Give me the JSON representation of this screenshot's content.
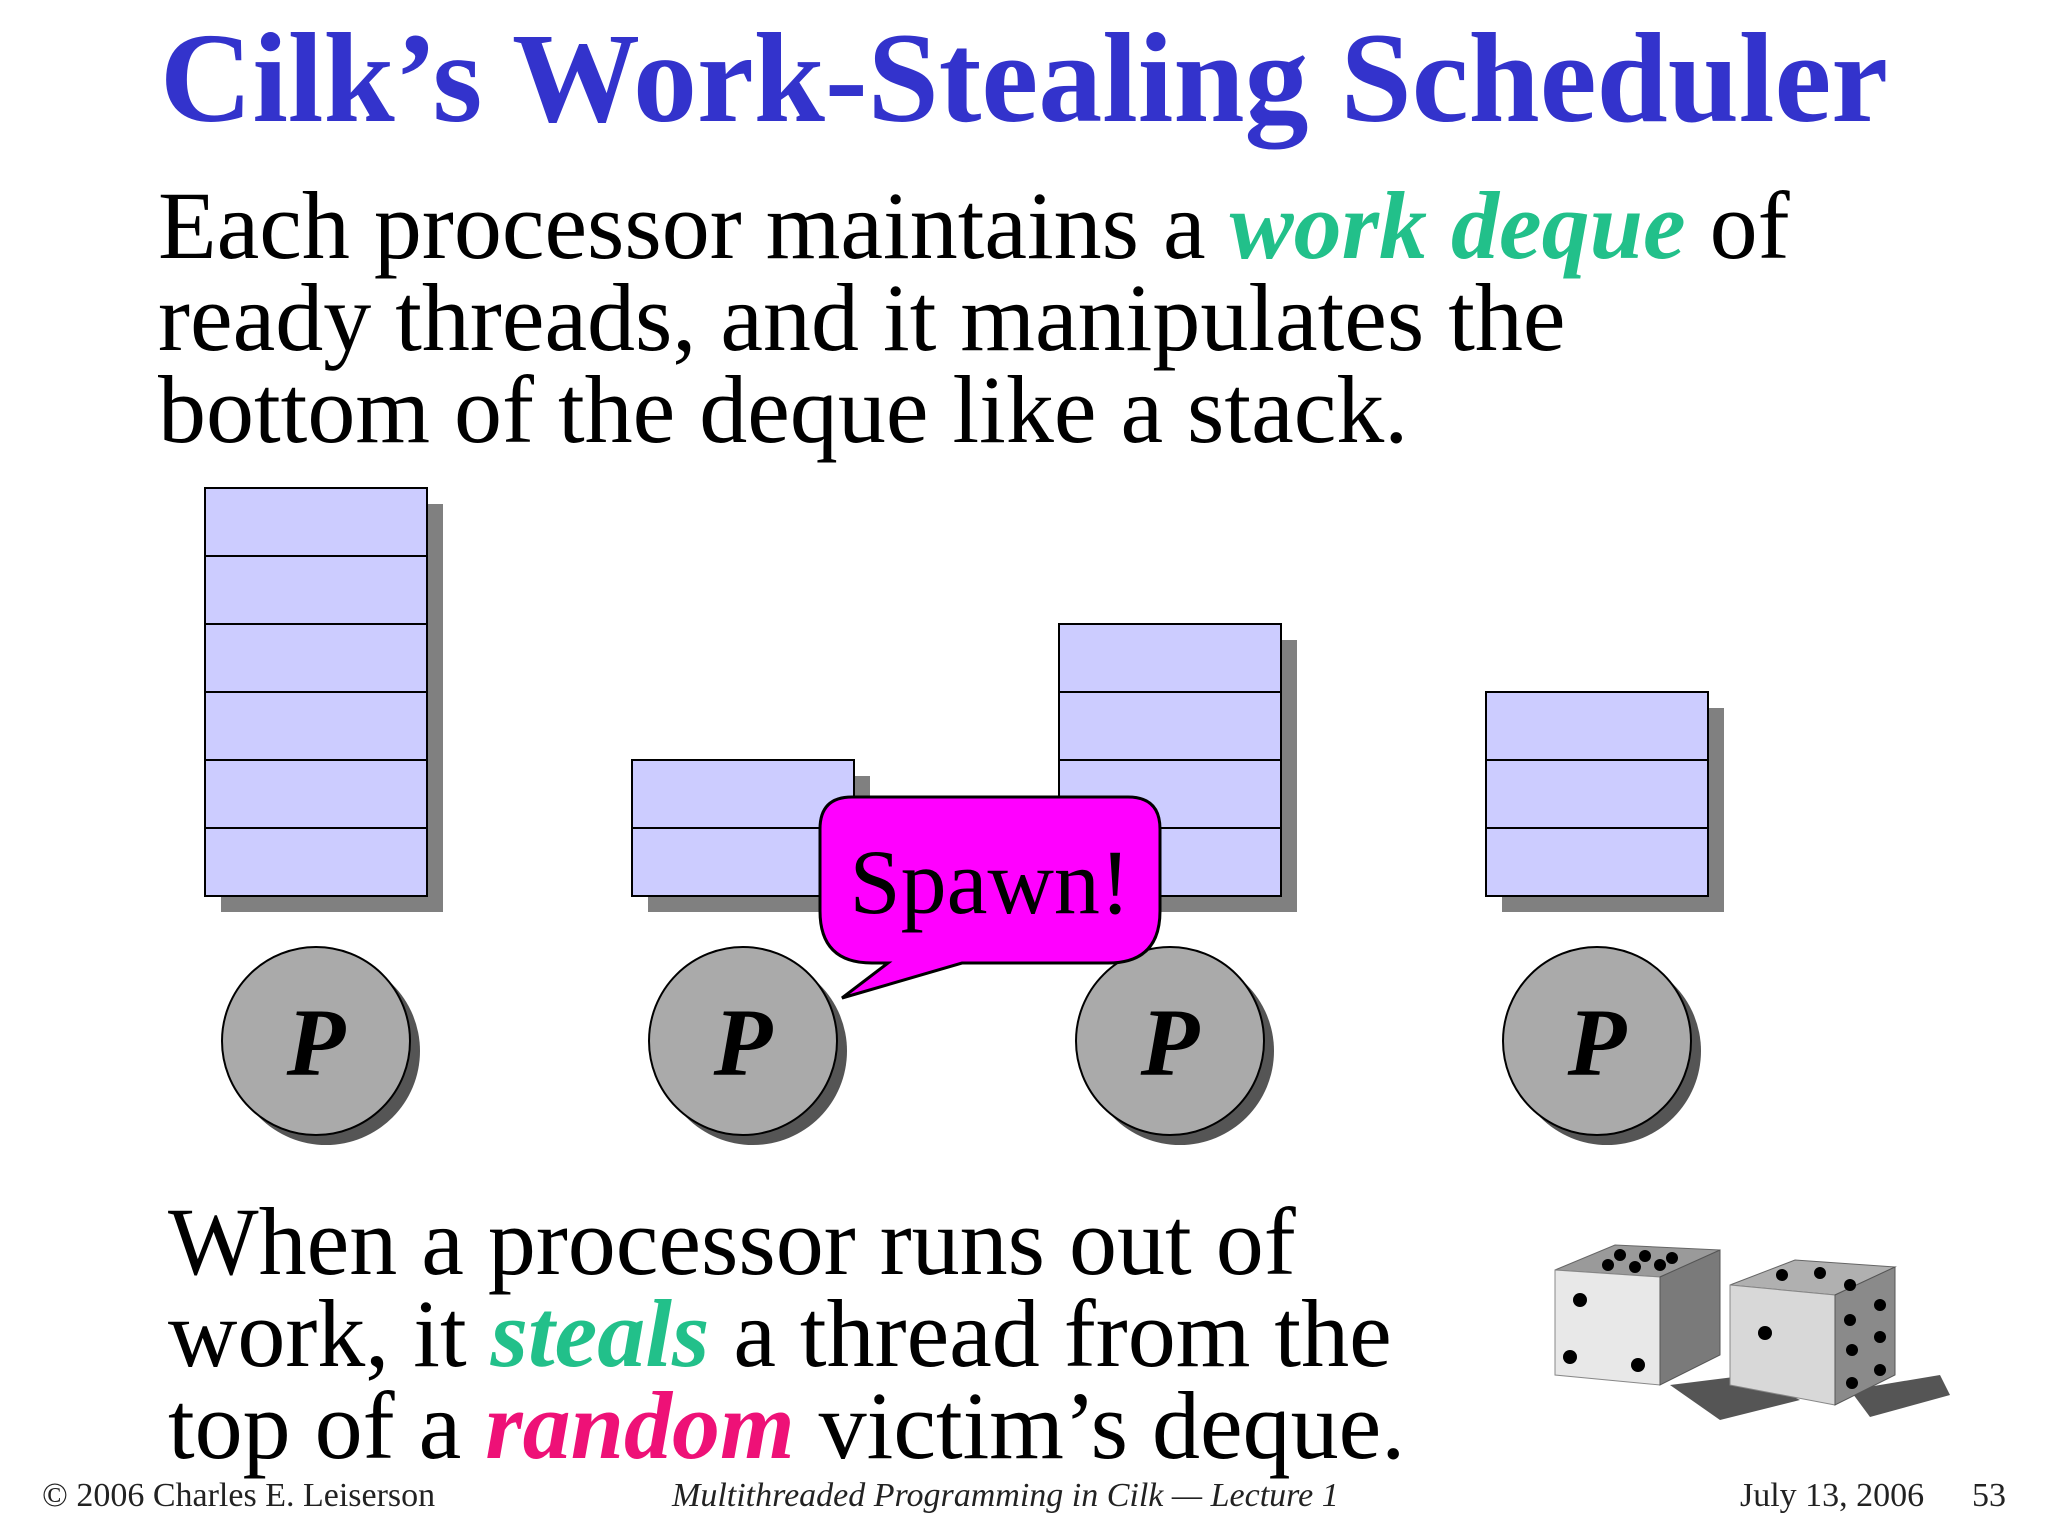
{
  "slide": {
    "title": "Cilk’s Work-Stealing Scheduler",
    "intro": {
      "part1": "Each processor maintains a ",
      "emphasis": "work deque",
      "part2": " of",
      "line2": "ready threads, and it manipulates the",
      "line3": "bottom of the deque like a stack."
    },
    "processors": [
      {
        "label": "P",
        "deque_size": 6
      },
      {
        "label": "P",
        "deque_size": 2
      },
      {
        "label": "P",
        "deque_size": 4
      },
      {
        "label": "P",
        "deque_size": 3
      }
    ],
    "callout": "Spawn!",
    "steal": {
      "line1": "When a processor runs out of",
      "line2_a": "work, it ",
      "line2_em": "steals",
      "line2_b": " a thread from the",
      "line3_a": "top of a ",
      "line3_em": "random",
      "line3_b": " victim’s deque."
    },
    "footer": {
      "copyright": "© 2006 Charles E. Leiserson",
      "course": "Multithreaded Programming in Cilk — Lecture 1",
      "date": "July 13, 2006",
      "page": "53"
    },
    "colors": {
      "title": "#3333cc",
      "emphasis_green": "#22c08a",
      "emphasis_pink": "#ee1177",
      "deque_fill": "#ccccff",
      "processor_fill": "#aaaaaa",
      "callout_fill": "#ff00ff"
    },
    "icons": [
      "dice-icon"
    ]
  }
}
